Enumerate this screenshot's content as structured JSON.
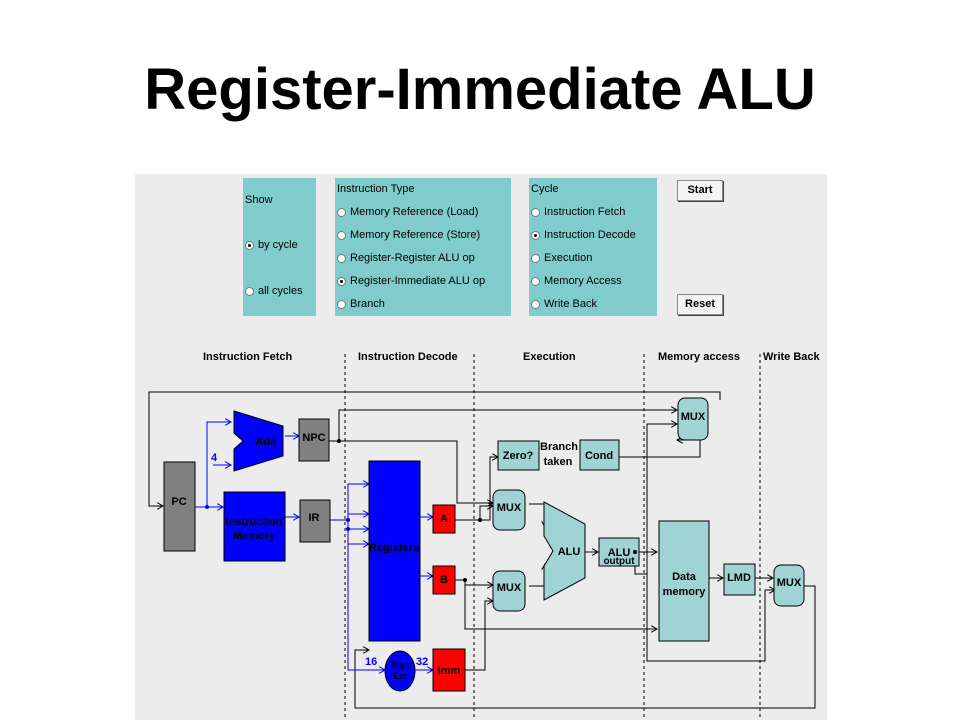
{
  "title": "Register-Immediate ALU",
  "controls": {
    "show": {
      "heading": "Show",
      "options": [
        {
          "label": "by cycle",
          "selected": true
        },
        {
          "label": "all cycles",
          "selected": false
        }
      ]
    },
    "instruction_type": {
      "heading": "Instruction Type",
      "options": [
        {
          "label": "Memory Reference (Load)",
          "selected": false
        },
        {
          "label": "Memory Reference (Store)",
          "selected": false
        },
        {
          "label": "Register-Register ALU op",
          "selected": false
        },
        {
          "label": "Register-Immediate ALU op",
          "selected": true
        },
        {
          "label": "Branch",
          "selected": false
        }
      ]
    },
    "cycle": {
      "heading": "Cycle",
      "options": [
        {
          "label": "Instruction Fetch",
          "selected": false
        },
        {
          "label": "Instruction Decode",
          "selected": true
        },
        {
          "label": "Execution",
          "selected": false
        },
        {
          "label": "Memory Access",
          "selected": false
        },
        {
          "label": "Write Back",
          "selected": false
        }
      ]
    },
    "start_label": "Start",
    "reset_label": "Reset"
  },
  "stages": [
    "Instruction Fetch",
    "Instruction Decode",
    "Execution",
    "Memory access",
    "Write Back"
  ],
  "blocks": {
    "pc": "PC",
    "add": "Add",
    "four": "4",
    "npc": "NPC",
    "instr_mem": [
      "Instruction",
      "Memory"
    ],
    "ir": "IR",
    "registers": "Registers",
    "a": "A",
    "b": "B",
    "sign_ext": [
      "Sign",
      "Ext"
    ],
    "sixteen": "16",
    "thirtytwo": "32",
    "imm": "Imm",
    "zero": "Zero?",
    "branch_taken": [
      "Branch",
      "taken"
    ],
    "cond": "Cond",
    "mux": "MUX",
    "alu": "ALU",
    "alu_output": [
      "ALU",
      "output"
    ],
    "data_memory": [
      "Data",
      "memory"
    ],
    "lmd": "LMD"
  },
  "colors": {
    "panel": "#80cccc",
    "teal_block": "#a0d4d4",
    "gray_block": "#808080",
    "active_blue": "#0000ff",
    "active_red": "#ff0000"
  }
}
